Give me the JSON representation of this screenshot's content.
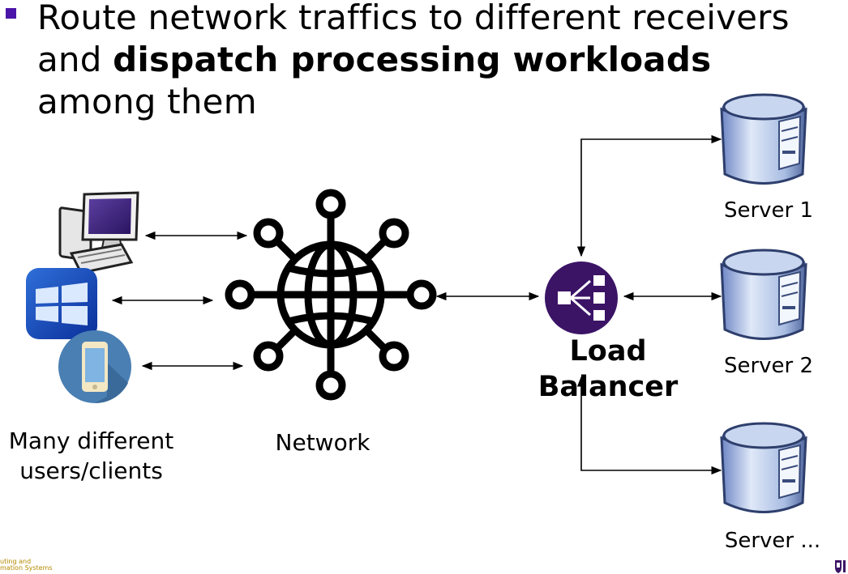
{
  "heading": {
    "part1": "Route network traffics to different receivers and ",
    "bold": "dispatch processing workloads",
    "part2": " among them"
  },
  "labels": {
    "users": "Many different users/clients",
    "network": "Network",
    "load_balancer": "Load Balancer",
    "server1": "Server 1",
    "server2": "Server 2",
    "server3": "Server ..."
  },
  "footer": {
    "line1": "uting and",
    "line2": "mation Systems"
  },
  "colors": {
    "bullet": "#4a14a8",
    "load_balancer": "#3b1466",
    "footer_text": "#b58a00"
  }
}
